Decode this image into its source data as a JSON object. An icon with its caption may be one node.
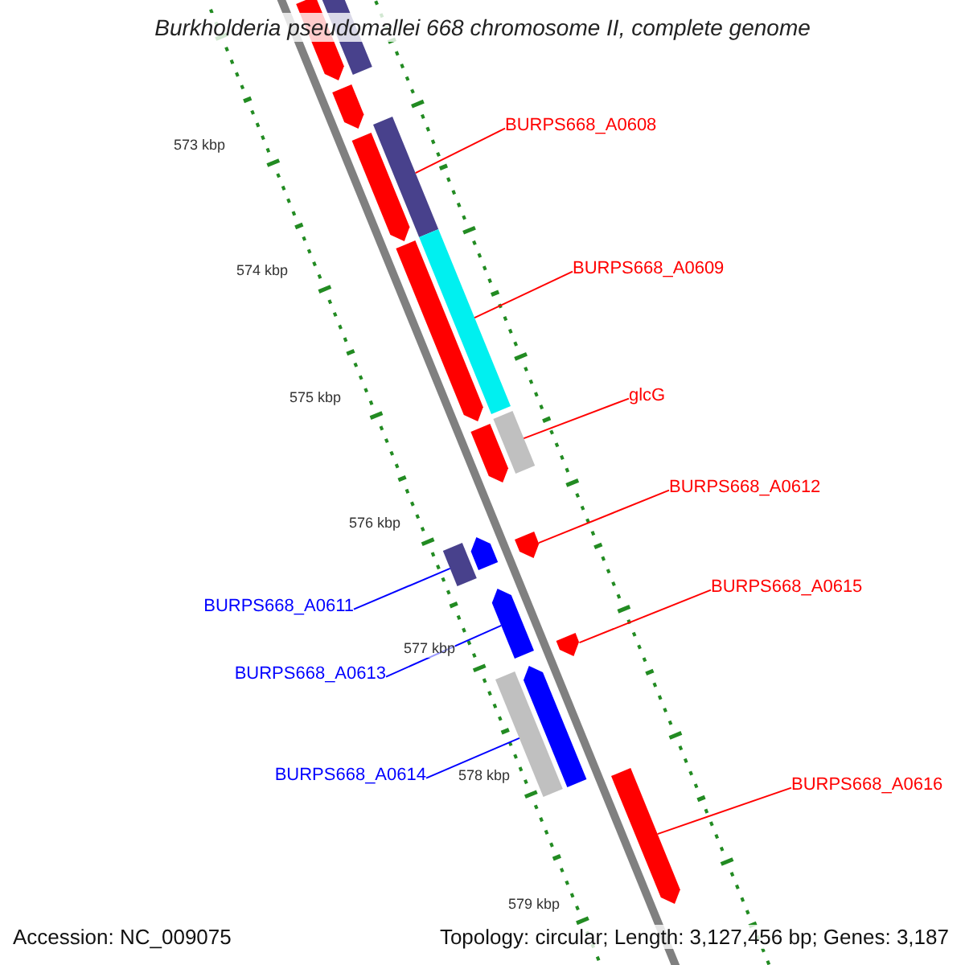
{
  "diagram": {
    "title": "Burkholderia pseudomallei 668 chromosome II, complete genome",
    "nodes": [
      {
        "text": [
          "BURPS668_A0608"
        ]
      },
      {
        "text": [
          "BURPS668_A0609"
        ]
      },
      {
        "text": [
          "glcG"
        ]
      },
      {
        "text": [
          "BURPS668_A0612"
        ]
      },
      {
        "text": [
          "BURPS668_A0615"
        ]
      },
      {
        "text": [
          "BURPS668_A0611"
        ]
      },
      {
        "text": [
          "BURPS668_A0613"
        ]
      },
      {
        "text": [
          "BURPS668_A0614"
        ]
      },
      {
        "text": [
          "BURPS668_A0616"
        ]
      },
      {
        "text": [],
        "shape": "bar"
      },
      {
        "text": [],
        "shape": "bar"
      },
      {
        "text": [],
        "shape": "bar"
      },
      {
        "text": [],
        "shape": "bar"
      },
      {
        "text": [],
        "shape": "bar"
      },
      {
        "text": [],
        "shape": "bar"
      },
      {
        "text": [],
        "shape": "bar"
      },
      {
        "text": [],
        "shape": "bar"
      },
      {
        "text": [],
        "shape": "bar"
      },
      {
        "text": [],
        "shape": "bar"
      },
      {
        "text": [],
        "shape": "bar"
      },
      {
        "text": [],
        "shape": "bar"
      },
      {
        "text": [],
        "shape": "bar"
      },
      {
        "text": [],
        "shape": "bar"
      },
      {
        "text": [],
        "shape": "bar"
      },
      {
        "text": [],
        "shape": "bar"
      },
      {
        "text": [],
        "shape": "bar"
      }
    ],
    "edges": [
      {
        "from": 0,
        "to": 12,
        "arrow": "none"
      },
      {
        "from": 1,
        "to": 14,
        "arrow": "none"
      },
      {
        "from": 2,
        "to": 16,
        "arrow": "none"
      },
      {
        "from": 3,
        "to": 18,
        "arrow": "none"
      },
      {
        "from": 4,
        "to": 22,
        "arrow": "none"
      },
      {
        "from": 5,
        "to": 20,
        "arrow": "none",
        "color": "#0000ff"
      },
      {
        "from": 6,
        "to": 21,
        "arrow": "none",
        "color": "#0000ff"
      },
      {
        "from": 7,
        "to": 24,
        "arrow": "none",
        "color": "#0000ff"
      },
      {
        "from": 8,
        "to": 25,
        "arrow": "none"
      }
    ],
    "labels": [
      "573 kbp",
      "574 kbp",
      "575 kbp",
      "576 kbp",
      "577 kbp",
      "578 kbp",
      "579 kbp",
      "Accession: NC_009075",
      "Topology: circular; Length: 3,127,456 bp; Genes: 3,187"
    ]
  }
}
